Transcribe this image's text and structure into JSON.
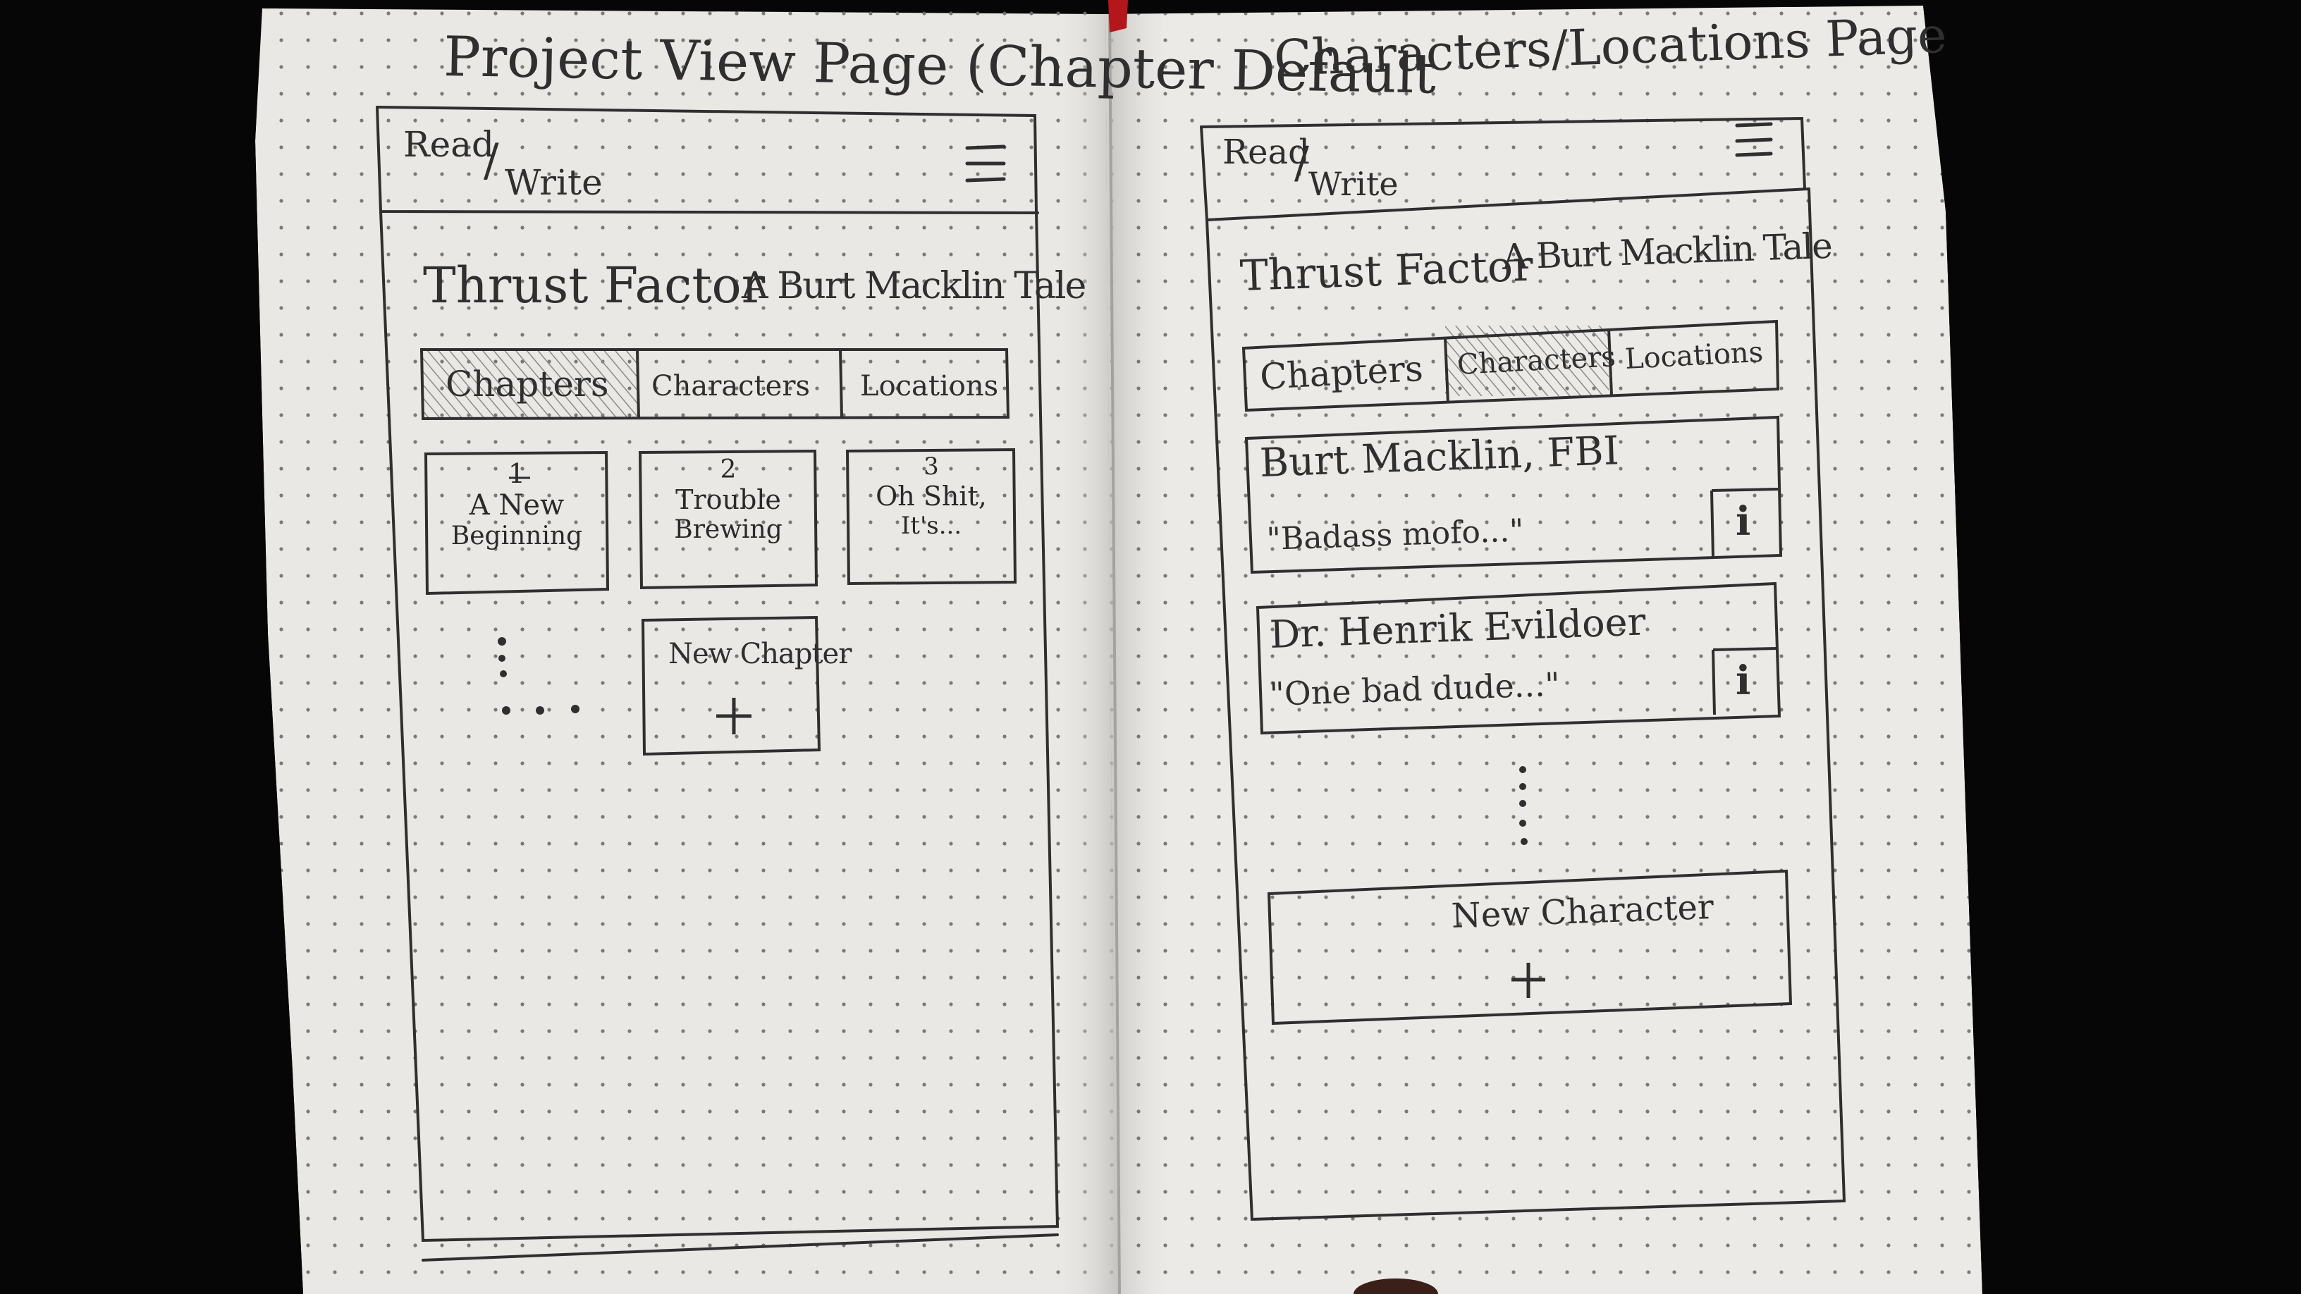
{
  "left_page": {
    "heading": "Project View Page (Chapter Default",
    "header": {
      "logo_line1": "Read",
      "logo_line2": "Write",
      "menu_icon": "hamburger-menu-icon"
    },
    "project_title": "Thrust Factor",
    "project_subtitle": "A Burt Macklin Tale",
    "tabs": [
      {
        "label": "Chapters",
        "selected": true
      },
      {
        "label": "Characters",
        "selected": false
      },
      {
        "label": "Locations",
        "selected": false
      }
    ],
    "chapters": [
      {
        "number": "1",
        "title_line1": "A New",
        "title_line2": "Beginning"
      },
      {
        "number": "2",
        "title_line1": "Trouble",
        "title_line2": "Brewing"
      },
      {
        "number": "3",
        "title_line1": "Oh Shit,",
        "title_line2": "It's..."
      }
    ],
    "new_chapter": {
      "label": "New Chapter",
      "icon": "plus-icon"
    }
  },
  "right_page": {
    "heading": "Characters/Locations Page",
    "header": {
      "logo_line1": "Read",
      "logo_line2": "Write",
      "menu_icon": "hamburger-menu-icon"
    },
    "project_title": "Thrust Factor",
    "project_subtitle": "A Burt Macklin Tale",
    "tabs": [
      {
        "label": "Chapters",
        "selected": false
      },
      {
        "label": "Characters",
        "selected": true
      },
      {
        "label": "Locations",
        "selected": false
      }
    ],
    "characters": [
      {
        "name": "Burt Macklin, FBI",
        "quote": "\"Badass mofo...\"",
        "info_icon": "info-icon",
        "info_label": "i"
      },
      {
        "name": "Dr. Henrik Evildoer",
        "quote": "\"One bad dude...\"",
        "info_icon": "info-icon",
        "info_label": "i"
      }
    ],
    "new_character": {
      "label": "New Character",
      "icon": "plus-icon"
    }
  },
  "colors": {
    "paper": "#e9e8e4",
    "ink": "#2f2f2f",
    "background": "#060606",
    "ribbon": "#b3161b",
    "hatch": "#8a8a88"
  }
}
